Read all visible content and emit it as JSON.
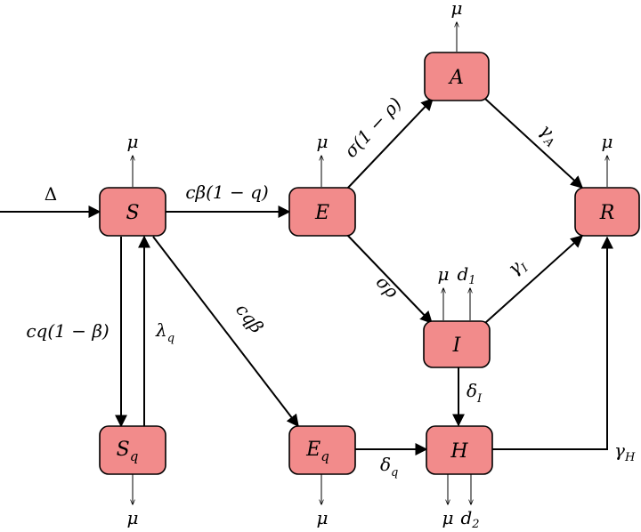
{
  "nodes": {
    "S": "S",
    "Sq": "S",
    "Sq_sub": "q",
    "E": "E",
    "Eq": "E",
    "Eq_sub": "q",
    "A": "A",
    "I": "I",
    "H": "H",
    "R": "R"
  },
  "labels": {
    "delta_in": "Δ",
    "mu": "μ",
    "S_to_E": "cβ(1 − q)",
    "S_to_Sq": "cq(1 − β)",
    "Sq_to_S": "λ",
    "Sq_to_S_sub": "q",
    "S_to_Eq": "cqβ",
    "E_to_A": "σ(1 − ρ)",
    "E_to_I": "σρ",
    "A_to_R": "γ",
    "A_to_R_sub": "A",
    "I_to_R": "γ",
    "I_to_R_sub": "I",
    "I_to_H": "δ",
    "I_to_H_sub": "I",
    "Eq_to_H": "δ",
    "Eq_to_H_sub": "q",
    "H_to_R": "γ",
    "H_to_R_sub": "H",
    "d": "d",
    "d1_sub": "1",
    "d2_sub": "2"
  }
}
